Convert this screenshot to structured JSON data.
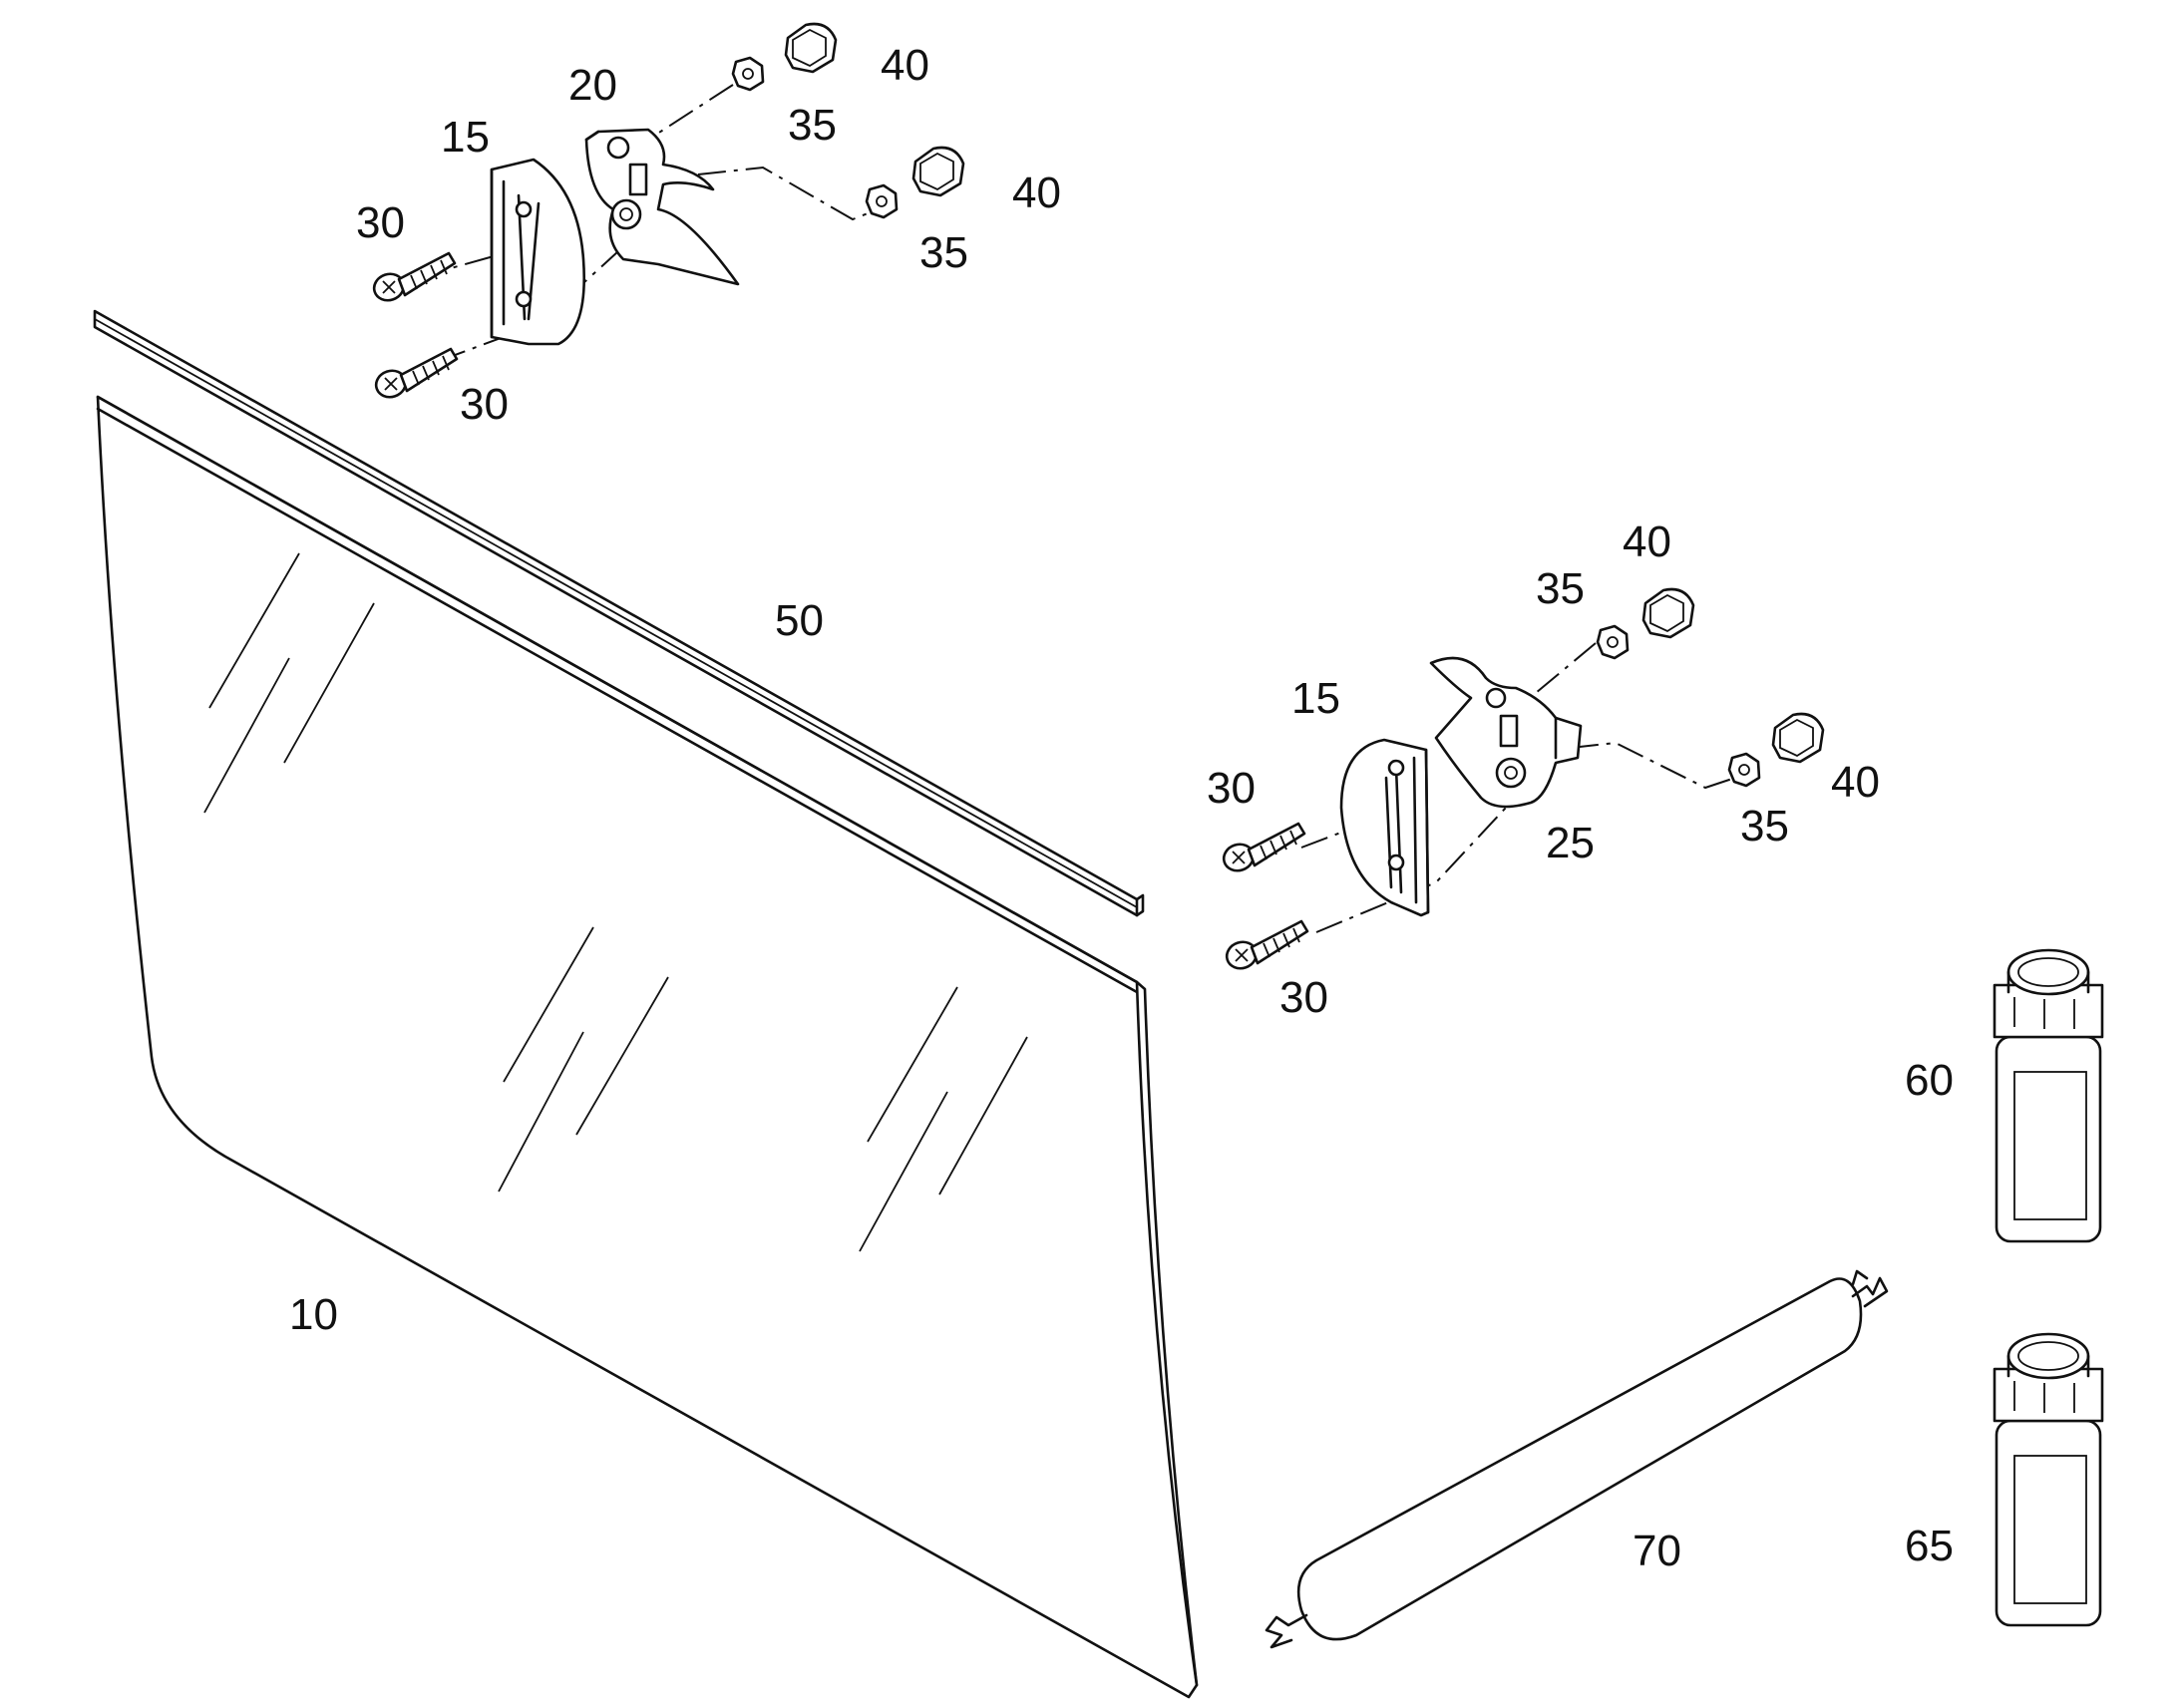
{
  "diagram": {
    "callouts": [
      {
        "id": "windshield",
        "text": "10"
      },
      {
        "id": "handle-left",
        "text": "15"
      },
      {
        "id": "handle-right",
        "text": "15"
      },
      {
        "id": "latch-left",
        "text": "20"
      },
      {
        "id": "latch-right",
        "text": "25"
      },
      {
        "id": "screw-tl-upper",
        "text": "30"
      },
      {
        "id": "screw-tl-lower",
        "text": "30"
      },
      {
        "id": "screw-br-upper",
        "text": "30"
      },
      {
        "id": "screw-br-lower",
        "text": "30"
      },
      {
        "id": "nut-tl-1",
        "text": "35"
      },
      {
        "id": "nut-tl-2",
        "text": "35"
      },
      {
        "id": "nut-br-1",
        "text": "35"
      },
      {
        "id": "nut-br-2",
        "text": "35"
      },
      {
        "id": "capnut-tl-1",
        "text": "40"
      },
      {
        "id": "capnut-tl-2",
        "text": "40"
      },
      {
        "id": "capnut-br-1",
        "text": "40"
      },
      {
        "id": "capnut-br-2",
        "text": "40"
      },
      {
        "id": "seal-strip",
        "text": "50"
      },
      {
        "id": "bottle-1",
        "text": "60"
      },
      {
        "id": "bottle-2",
        "text": "65"
      },
      {
        "id": "sealant-tube",
        "text": "70"
      }
    ]
  }
}
